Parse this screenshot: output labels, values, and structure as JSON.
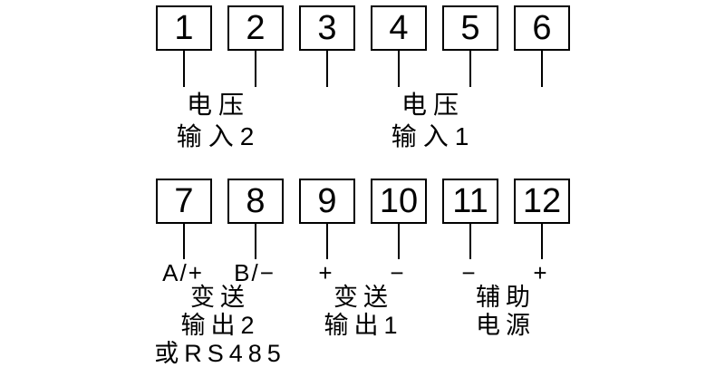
{
  "diagram": {
    "kind": "terminal-wiring-diagram",
    "background_color": "#ffffff",
    "line_color": "#000000"
  },
  "top_row": {
    "terminals": [
      {
        "number": "1"
      },
      {
        "number": "2"
      },
      {
        "number": "3"
      },
      {
        "number": "4"
      },
      {
        "number": "5"
      },
      {
        "number": "6"
      }
    ],
    "groups": [
      {
        "line1": "电压",
        "line2": "输入2"
      },
      {
        "line1": "电压",
        "line2": "输入1"
      }
    ]
  },
  "bottom_row": {
    "terminals": [
      {
        "number": "7",
        "polarity": "A/+"
      },
      {
        "number": "8",
        "polarity": "B/−"
      },
      {
        "number": "9",
        "polarity": "+"
      },
      {
        "number": "10",
        "polarity": "−"
      },
      {
        "number": "11",
        "polarity": "−"
      },
      {
        "number": "12",
        "polarity": "+"
      }
    ],
    "groups": [
      {
        "line1": "变送",
        "line2": "输出2",
        "line3": "或RS485"
      },
      {
        "line1": "变送",
        "line2": "输出1"
      },
      {
        "line1": "辅助",
        "line2": "电源"
      }
    ]
  }
}
